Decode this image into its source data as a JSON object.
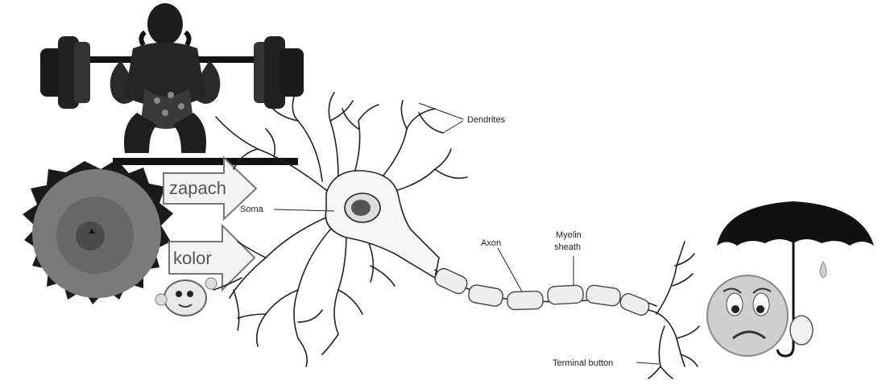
{
  "arrows": {
    "smell": "zapach",
    "color": "kolor"
  },
  "neuron_labels": {
    "dendrites": "Dendrites",
    "soma": "Soma",
    "axon": "Axon",
    "myelin_line1": "Myelin",
    "myelin_line2": "sheath",
    "terminal": "Terminal button"
  },
  "figures": {
    "strongman": "weightlifter-figure",
    "flower": "flower-figure",
    "pill": "pill-mascot-figure",
    "sad_face": "sad-face-umbrella-figure"
  }
}
